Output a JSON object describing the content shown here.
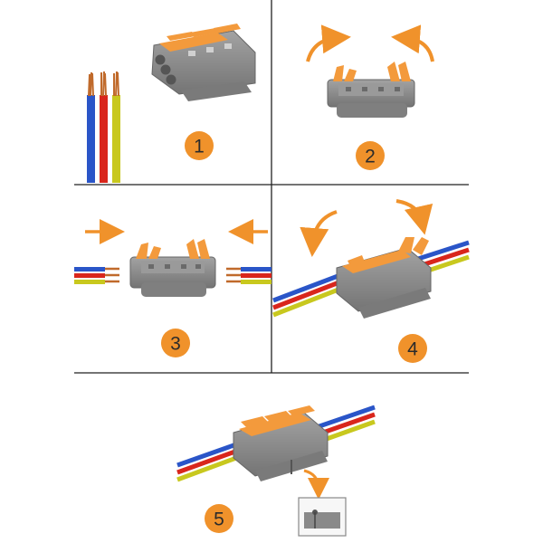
{
  "steps": [
    {
      "number": "1"
    },
    {
      "number": "2"
    },
    {
      "number": "3"
    },
    {
      "number": "4"
    },
    {
      "number": "5"
    }
  ],
  "colors": {
    "background": "#ffffff",
    "divider": "#222222",
    "badge": "#f0922b",
    "arrow": "#f0922b",
    "housing": "#8e8e8e",
    "housing_dark": "#6f6f6f",
    "lever": "#f39a3c",
    "wire_red": "#d9261c",
    "wire_blue": "#2a55c8",
    "wire_yellow": "#c8c81e",
    "copper": "#c06a2b"
  }
}
